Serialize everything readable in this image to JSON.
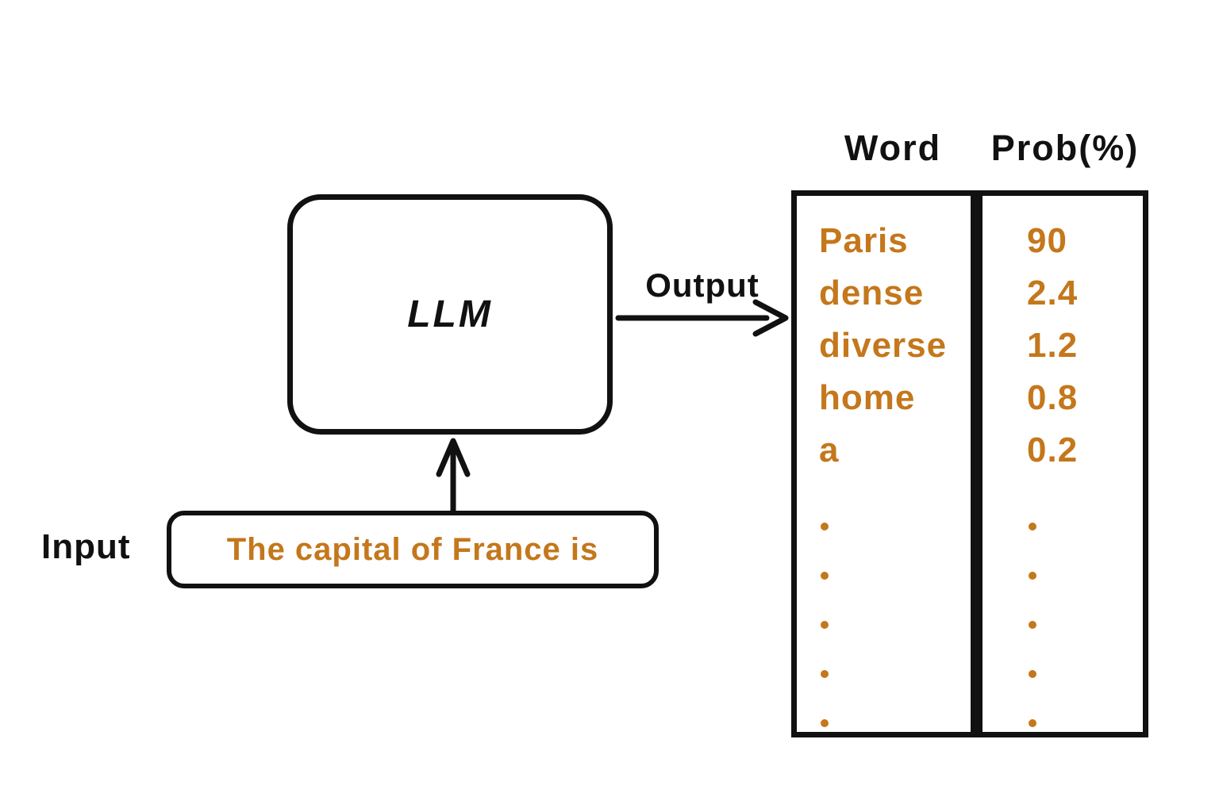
{
  "diagram": {
    "llm_label": "LLM",
    "output_label": "Output",
    "input_label": "Input",
    "input_text": "The capital of France is"
  },
  "table": {
    "headers": [
      "Word",
      "Prob(%)"
    ],
    "rows": [
      {
        "word": "Paris",
        "prob": "90"
      },
      {
        "word": "dense",
        "prob": "2.4"
      },
      {
        "word": "diverse",
        "prob": "1.2"
      },
      {
        "word": "home",
        "prob": "0.8"
      },
      {
        "word": "a",
        "prob": "0.2"
      }
    ],
    "ellipsis_dot_count": 5
  },
  "colors": {
    "ink": "#111111",
    "accent_orange": "#c4771b",
    "background": "#ffffff"
  }
}
